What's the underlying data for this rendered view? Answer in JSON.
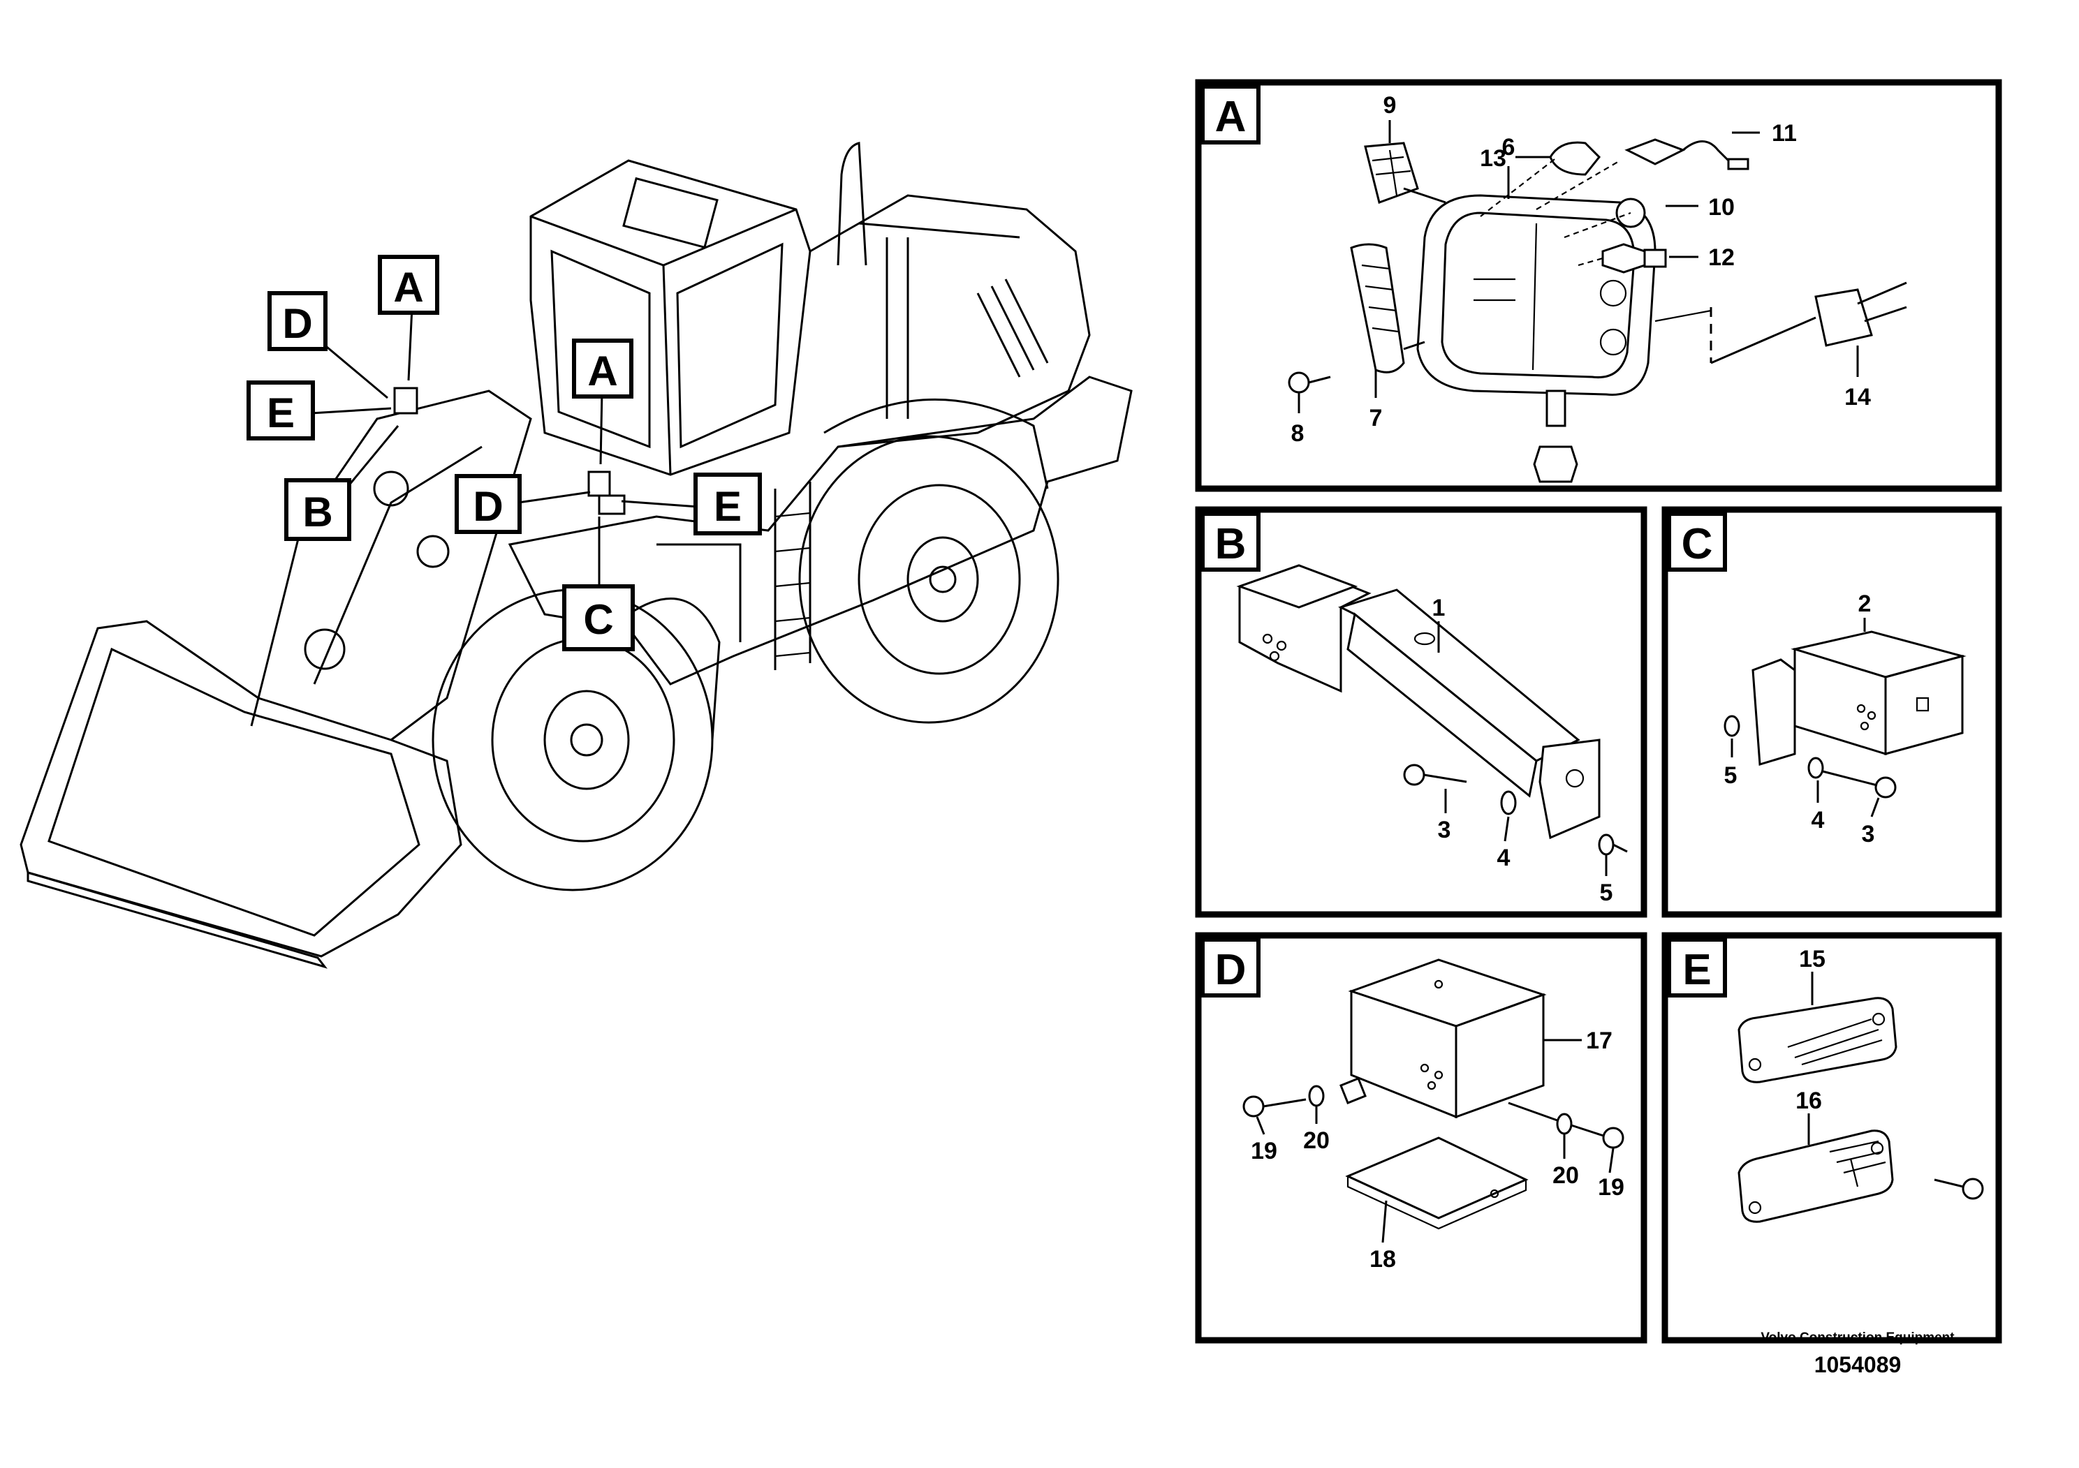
{
  "overview": {
    "letters": [
      "A",
      "D",
      "E",
      "B",
      "A",
      "D",
      "E",
      "C"
    ]
  },
  "panels": {
    "A": {
      "title": "A",
      "callouts": [
        "9",
        "6",
        "13",
        "11",
        "10",
        "12",
        "8",
        "7",
        "14"
      ]
    },
    "B": {
      "title": "B",
      "callouts": [
        "1",
        "3",
        "4",
        "5"
      ]
    },
    "C": {
      "title": "C",
      "callouts": [
        "2",
        "5",
        "4",
        "3"
      ]
    },
    "D": {
      "title": "D",
      "callouts": [
        "17",
        "19",
        "20",
        "20",
        "19",
        "18"
      ]
    },
    "E": {
      "title": "E",
      "callouts": [
        "15",
        "16"
      ]
    }
  },
  "footer": {
    "company": "Volvo Construction Equipment",
    "drawing_number": "1054089"
  }
}
